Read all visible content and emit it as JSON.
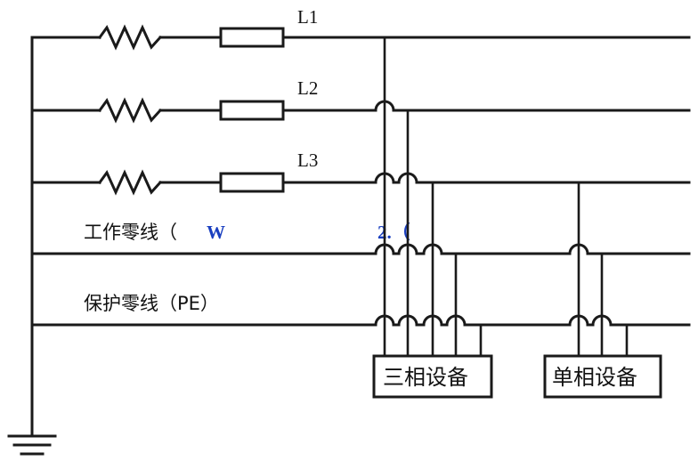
{
  "lines": {
    "l1": "L1",
    "l2": "L2",
    "l3": "L3",
    "n": "工作零线（",
    "pe": "保护零线（PE）"
  },
  "watermark": {
    "a": "W",
    "b": "2.（"
  },
  "devices": {
    "three_phase": "三相设备",
    "single_phase": "单相设备"
  },
  "colors": {
    "wire": "#1a1a1a",
    "watermark": "#1a3fc0"
  },
  "icons": [
    "resistor-icon",
    "fuse-icon",
    "ground-icon",
    "crossover-hop-icon"
  ]
}
